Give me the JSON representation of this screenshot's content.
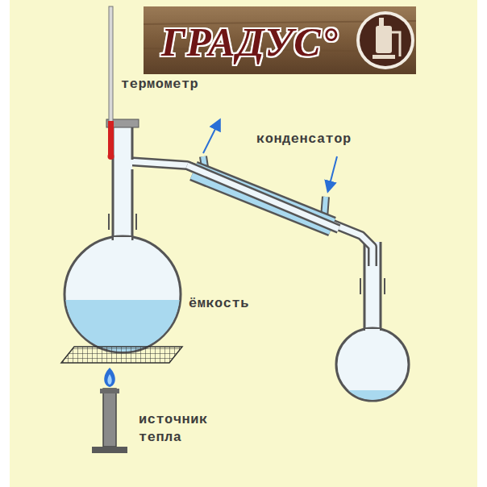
{
  "diagram": {
    "labels": [
      "ГРАДУС°",
      "термометр",
      "конденсатор",
      "ёмкость",
      "источник тепла"
    ]
  }
}
